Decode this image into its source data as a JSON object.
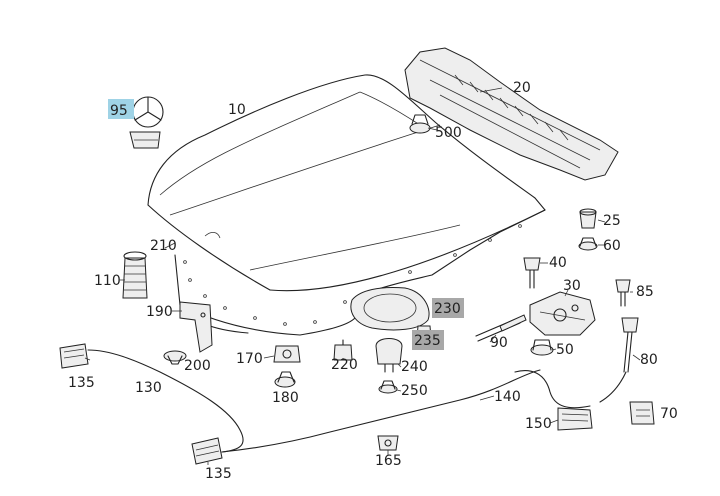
{
  "diagram": {
    "callouts": [
      {
        "id": "c95",
        "text": "95",
        "highlight": "blue"
      },
      {
        "id": "c10",
        "text": "10"
      },
      {
        "id": "c20",
        "text": "20"
      },
      {
        "id": "c500",
        "text": "500"
      },
      {
        "id": "c25",
        "text": "25"
      },
      {
        "id": "c60",
        "text": "60"
      },
      {
        "id": "c210",
        "text": "210"
      },
      {
        "id": "c110",
        "text": "110"
      },
      {
        "id": "c40",
        "text": "40"
      },
      {
        "id": "c30",
        "text": "30"
      },
      {
        "id": "c85",
        "text": "85"
      },
      {
        "id": "c190",
        "text": "190"
      },
      {
        "id": "c230",
        "text": "230",
        "highlight": "grey"
      },
      {
        "id": "c235",
        "text": "235",
        "highlight": "grey"
      },
      {
        "id": "c90",
        "text": "90"
      },
      {
        "id": "c50",
        "text": "50"
      },
      {
        "id": "c80",
        "text": "80"
      },
      {
        "id": "c135a",
        "text": "135"
      },
      {
        "id": "c200",
        "text": "200"
      },
      {
        "id": "c170",
        "text": "170"
      },
      {
        "id": "c220",
        "text": "220"
      },
      {
        "id": "c240",
        "text": "240"
      },
      {
        "id": "c130",
        "text": "130"
      },
      {
        "id": "c180",
        "text": "180"
      },
      {
        "id": "c250",
        "text": "250"
      },
      {
        "id": "c140",
        "text": "140"
      },
      {
        "id": "c70",
        "text": "70"
      },
      {
        "id": "c150",
        "text": "150"
      },
      {
        "id": "c135b",
        "text": "135"
      },
      {
        "id": "c165",
        "text": "165"
      }
    ],
    "colors": {
      "highlight_blue": "#9fd3e6",
      "highlight_grey": "#a8a8a8",
      "line": "#222222"
    }
  }
}
